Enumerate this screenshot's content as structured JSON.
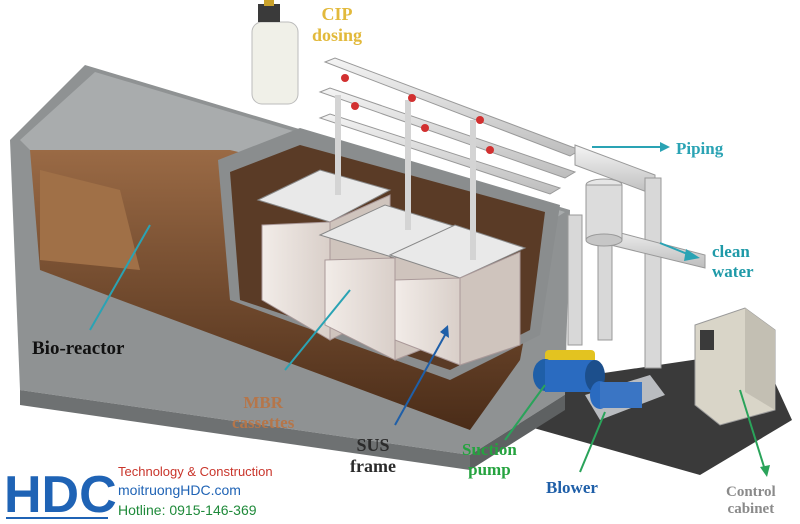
{
  "labels": {
    "cip_dosing": [
      "CIP",
      "dosing"
    ],
    "piping": "Piping",
    "clean_water": [
      "clean",
      "water"
    ],
    "bio_reactor": "Bio-reactor",
    "mbr_cassettes": [
      "MBR",
      "cassettes"
    ],
    "sus_frame": [
      "SUS",
      "frame"
    ],
    "suction_pump": [
      "Suction",
      "pump"
    ],
    "blower": "Blower",
    "control_cabinet": [
      "Control",
      "cabinet"
    ]
  },
  "brand": {
    "logo_text": "HDC",
    "tagline": "Technology & Construction",
    "website": "moitruongHDC.com",
    "hotline": "Hotline: 0915-146-369"
  },
  "colors": {
    "cip": "#e2b93b",
    "piping": "#2aa3b4",
    "teal_label": "#1f9aa8",
    "bio_reactor": "#111111",
    "mbr": "#b5764a",
    "sus": "#2b2b2b",
    "pump": "#25a33f",
    "blower": "#1f5fa8",
    "cabinet": "#8a8a8a",
    "brand_blue": "#1f63b5",
    "brand_red": "#c9352b",
    "arrow_green": "#2aa35a"
  }
}
